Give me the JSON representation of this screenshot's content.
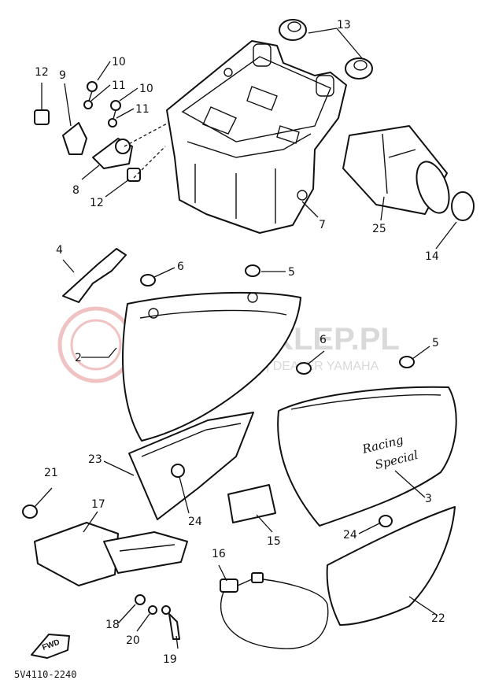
{
  "watermark": {
    "title": "YAMA-SKLEP.PL",
    "subtitle": "WOJCIECHOWICZ | DEALER YAMAHA"
  },
  "diagram_code": "5V4110-2240",
  "fwd_label": "FWD",
  "emblem_text": [
    "Racing",
    "Special"
  ],
  "labels": {
    "n1": "2",
    "n2": "3",
    "n3": "4",
    "n4": "5",
    "n5": "5",
    "n6": "6",
    "n7": "6",
    "n8": "7",
    "n9": "8",
    "n10": "9",
    "n11": "10",
    "n12": "10",
    "n13": "11",
    "n14": "11",
    "n15": "12",
    "n16": "12",
    "n17": "13",
    "n18": "14",
    "n19": "15",
    "n20": "16",
    "n21": "17",
    "n22": "18",
    "n23": "19",
    "n24": "20",
    "n25": "21",
    "n26": "22",
    "n27": "23",
    "n28": "24",
    "n29": "24",
    "n30": "25"
  }
}
